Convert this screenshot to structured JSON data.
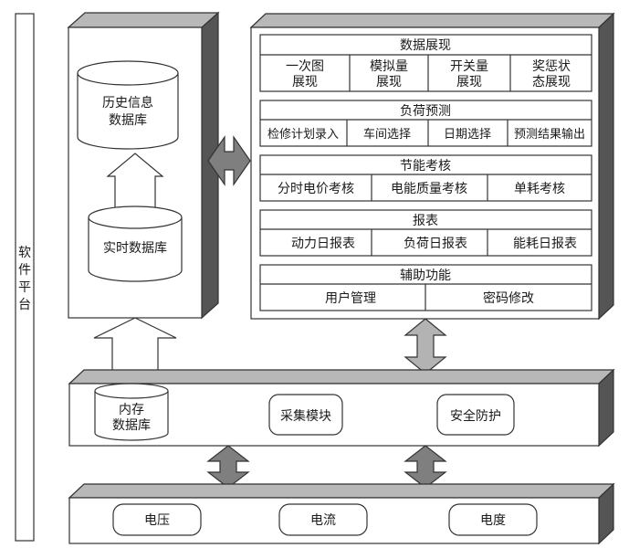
{
  "colors": {
    "stroke": "#333333",
    "dark_arrow": "#7f7f7f",
    "light_arrow": "#b3b3b3",
    "box_fill": "#ffffff"
  },
  "platform_label": [
    "软",
    "件",
    "平",
    "台"
  ],
  "databases": {
    "history": [
      "历史信息",
      "数据库"
    ],
    "realtime": "实时数据库",
    "memory": [
      "内存",
      "数据库"
    ]
  },
  "modules": {
    "display": {
      "title": "数据展现",
      "items": [
        [
          "一次图",
          "展现"
        ],
        [
          "模拟量",
          "展现"
        ],
        [
          "开关量",
          "展现"
        ],
        [
          "奖惩状",
          "态展现"
        ]
      ]
    },
    "forecast": {
      "title": "负荷预测",
      "items": [
        "检修计划录入",
        "车间选择",
        "日期选择",
        "预测结果输出"
      ]
    },
    "energy": {
      "title": "节能考核",
      "items": [
        "分时电价考核",
        "电能质量考核",
        "单耗考核"
      ]
    },
    "report": {
      "title": "报表",
      "items": [
        "动力日报表",
        "负荷日报表",
        "能耗日报表"
      ]
    },
    "aux": {
      "title": "辅助功能",
      "items": [
        "用户管理",
        "密码修改"
      ]
    }
  },
  "middle_layer": {
    "collect": "采集模块",
    "security": "安全防护"
  },
  "bottom_layer": [
    "电压",
    "电流",
    "电度"
  ]
}
